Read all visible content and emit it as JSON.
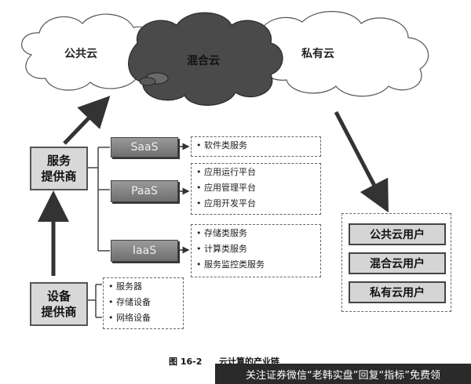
{
  "clouds": {
    "public": "公共云",
    "hybrid": "混合云",
    "private": "私有云"
  },
  "service_provider": {
    "line1": "服务",
    "line2": "提供商"
  },
  "device_provider": {
    "line1": "设备",
    "line2": "提供商"
  },
  "layers": [
    {
      "name": "SaaS",
      "items": [
        "软件类服务"
      ]
    },
    {
      "name": "PaaS",
      "items": [
        "应用运行平台",
        "应用管理平台",
        "应用开发平台"
      ]
    },
    {
      "name": "IaaS",
      "items": [
        "存储类服务",
        "计算类服务",
        "服务监控类服务"
      ]
    }
  ],
  "devices": [
    "服务器",
    "存储设备",
    "网络设备"
  ],
  "users": [
    "公共云用户",
    "混合云用户",
    "私有云用户"
  ],
  "caption": {
    "number": "图 16-2",
    "title": "云计算的产业链"
  },
  "watermark": "关注证券微信“老韩实盘”回复“指标”免费领",
  "colors": {
    "hybrid_cloud": "#4a4a4a",
    "layer_button": "#7f7f7f",
    "user_box": "#d5d5d5"
  }
}
